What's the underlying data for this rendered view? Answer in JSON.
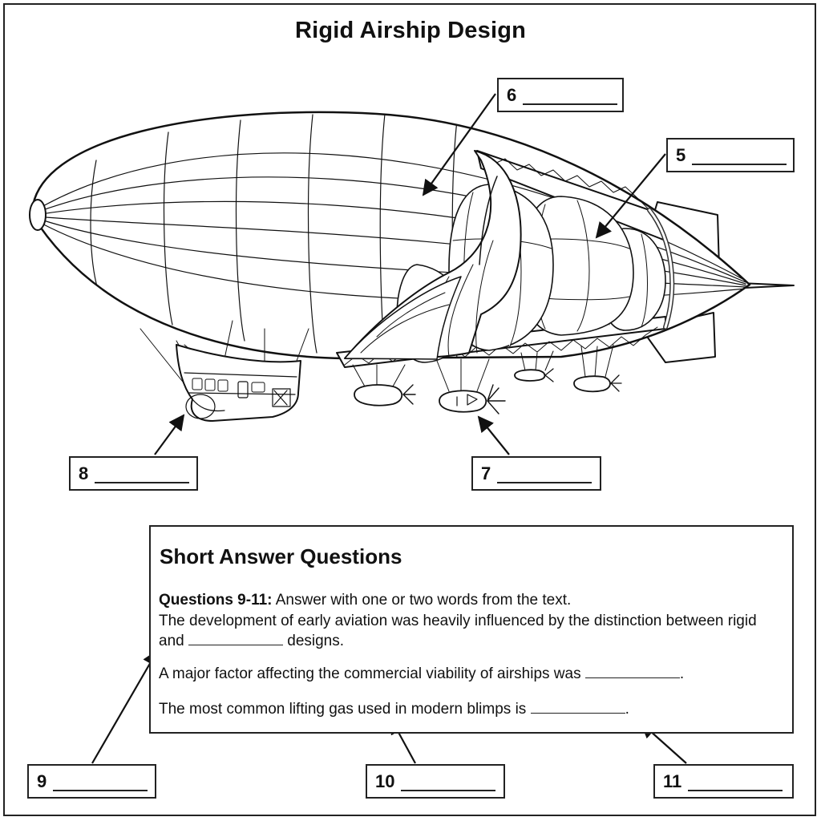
{
  "title": "Rigid Airship Design",
  "labels": [
    {
      "id": "5",
      "number": "5"
    },
    {
      "id": "6",
      "number": "6"
    },
    {
      "id": "7",
      "number": "7"
    },
    {
      "id": "8",
      "number": "8"
    },
    {
      "id": "9",
      "number": "9"
    },
    {
      "id": "10",
      "number": "10"
    },
    {
      "id": "11",
      "number": "11"
    }
  ],
  "questions": {
    "heading": "Short Answer Questions",
    "instruction_bold": "Questions 9-11:",
    "instruction_text": " Answer with one or two words from the text.",
    "q1_line1": "The development of early aviation was heavily influenced by the distinction between rigid",
    "q1_line2_pre": "and ",
    "q1_line2_post": " designs.",
    "q2_pre": "A major factor affecting the commercial viability of airships was ",
    "q2_post": ".",
    "q3_pre": "The most common lifting gas used in modern blimps is ",
    "q3_post": "."
  }
}
